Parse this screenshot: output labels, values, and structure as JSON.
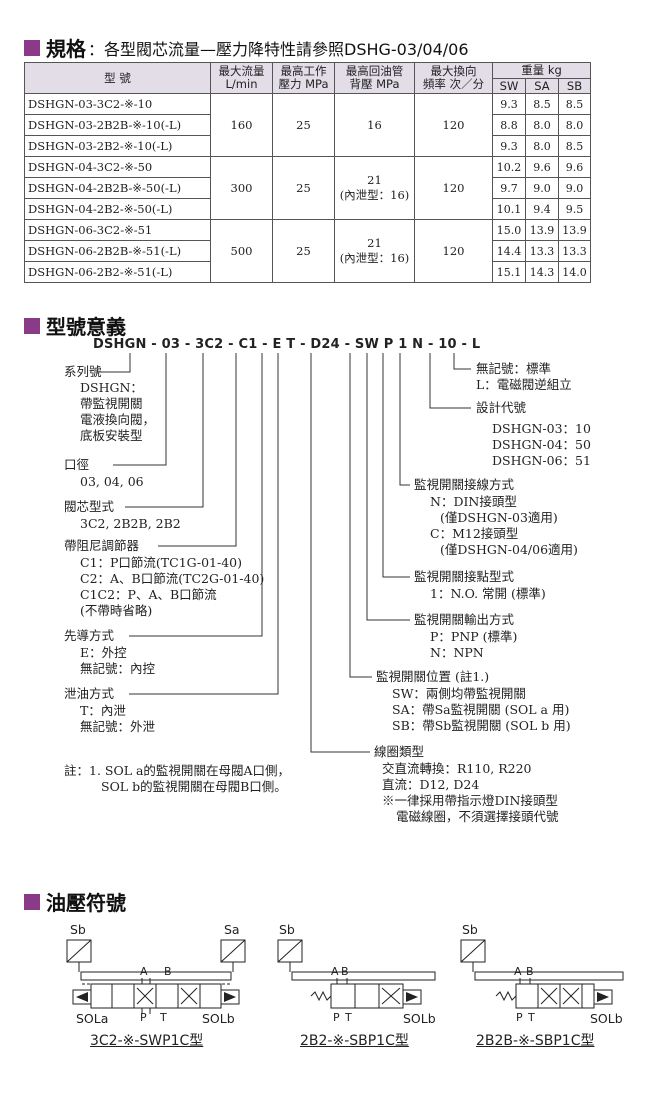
{
  "spec": {
    "title": "規格",
    "note": "：各型閥芯流量—壓力降特性請參照DSHG-03/04/06",
    "headers": {
      "model": "型 號",
      "flow_1": "最大流量",
      "flow_2": "L/min",
      "pressure_1": "最高工作",
      "pressure_2": "壓力 MPa",
      "back_1": "最高回油管",
      "back_2": "背壓 MPa",
      "freq_1": "最大換向",
      "freq_2": "頻率 次／分",
      "weight": "重量 kg",
      "sw": "SW",
      "sa": "SA",
      "sb": "SB"
    },
    "groups": [
      {
        "flow": "160",
        "pressure": "25",
        "back_1": "16",
        "back_2": "",
        "freq": "120",
        "rows": [
          {
            "model": "DSHGN-03-3C2-※-10",
            "sw": "9.3",
            "sa": "8.5",
            "sb": "8.5"
          },
          {
            "model": "DSHGN-03-2B2B-※-10(-L)",
            "sw": "8.8",
            "sa": "8.0",
            "sb": "8.0"
          },
          {
            "model": "DSHGN-03-2B2-※-10(-L)",
            "sw": "9.3",
            "sa": "8.0",
            "sb": "8.5"
          }
        ]
      },
      {
        "flow": "300",
        "pressure": "25",
        "back_1": "21",
        "back_2": "(內泄型：16)",
        "freq": "120",
        "rows": [
          {
            "model": "DSHGN-04-3C2-※-50",
            "sw": "10.2",
            "sa": "9.6",
            "sb": "9.6"
          },
          {
            "model": "DSHGN-04-2B2B-※-50(-L)",
            "sw": "9.7",
            "sa": "9.0",
            "sb": "9.0"
          },
          {
            "model": "DSHGN-04-2B2-※-50(-L)",
            "sw": "10.1",
            "sa": "9.4",
            "sb": "9.5"
          }
        ]
      },
      {
        "flow": "500",
        "pressure": "25",
        "back_1": "21",
        "back_2": "(內泄型：16)",
        "freq": "120",
        "rows": [
          {
            "model": "DSHGN-06-3C2-※-51",
            "sw": "15.0",
            "sa": "13.9",
            "sb": "13.9"
          },
          {
            "model": "DSHGN-06-2B2B-※-51(-L)",
            "sw": "14.4",
            "sa": "13.3",
            "sb": "13.3"
          },
          {
            "model": "DSHGN-06-2B2-※-51(-L)",
            "sw": "15.1",
            "sa": "14.3",
            "sb": "14.0"
          }
        ]
      }
    ]
  },
  "model_code": {
    "title": "型號意義",
    "code": "DSHGN - 03 - 3C2 - C1 - E T - D24 - SW P 1 N - 10 - L",
    "left": {
      "series_h": "系列號",
      "series_1": "DSHGN：",
      "series_2": "帶監視開關",
      "series_3": "電液換向閥，",
      "series_4": "底板安裝型",
      "size_h": "口徑",
      "size_1": "03, 04, 06",
      "spool_h": "閥芯型式",
      "spool_1": "3C2, 2B2B, 2B2",
      "damp_h": "帶阻尼調節器",
      "damp_1": "C1：P口節流(TC1G-01-40)",
      "damp_2": "C2：A、B口節流(TC2G-01-40)",
      "damp_3": "C1C2：P、A、B口節流",
      "damp_4": "(不帶時省略)",
      "pilot_h": "先導方式",
      "pilot_1": "E：外控",
      "pilot_2": "無記號：內控",
      "drain_h": "泄油方式",
      "drain_1": "T：內泄",
      "drain_2": "無記號：外泄",
      "note_1": "註：1. SOL  a的監視開關在母閥A口側，",
      "note_2": "SOL  b的監視開關在母閥B口側。"
    },
    "right": {
      "nomark_1": "無記號：標準",
      "nomark_2": "L：電磁閥逆組立",
      "design_h": "設計代號",
      "design_1": "DSHGN-03：10",
      "design_2": "DSHGN-04：50",
      "design_3": "DSHGN-06：51",
      "wiring_h": "監視開關接線方式",
      "wiring_1": "N：DIN接頭型",
      "wiring_2": "(僅DSHGN-03適用)",
      "wiring_3": "C：M12接頭型",
      "wiring_4": "(僅DSHGN-04/06適用)",
      "contact_h": "監視開關接點型式",
      "contact_1": "1：N.O. 常開 (標準)",
      "output_h": "監視開關輸出方式",
      "output_1": "P：PNP (標準)",
      "output_2": "N：NPN",
      "position_h": "監視開關位置 (註1.)",
      "position_1": "SW：兩側均帶監視開關",
      "position_2": "SA：帶Sa監視開關 (SOL a 用)",
      "position_3": "SB：帶Sb監視開關 (SOL b 用)",
      "coil_h": "線圈類型",
      "coil_1": "交直流轉換：R110, R220",
      "coil_2": "直流：D12, D24",
      "coil_3": "※一律採用帶指示燈DIN接頭型",
      "coil_4": "電磁線圈，不須選擇接頭代號"
    }
  },
  "symbols": {
    "title": "油壓符號",
    "items": [
      {
        "caption": "3C2-※-SWP1C型",
        "top_left": "Sb",
        "top_right": "Sa",
        "port_a": "A",
        "port_b": "B",
        "port_p": "P",
        "port_t": "T",
        "sol_left": "SOLa",
        "sol_right": "SOLb"
      },
      {
        "caption": "2B2-※-SBP1C型",
        "top_left": "Sb",
        "port_a": "A",
        "port_b": "B",
        "port_p": "P",
        "port_t": "T",
        "sol_right": "SOLb"
      },
      {
        "caption": "2B2B-※-SBP1C型",
        "top_left": "Sb",
        "port_a": "A",
        "port_b": "B",
        "port_p": "P",
        "port_t": "T",
        "sol_right": "SOLb"
      }
    ]
  }
}
